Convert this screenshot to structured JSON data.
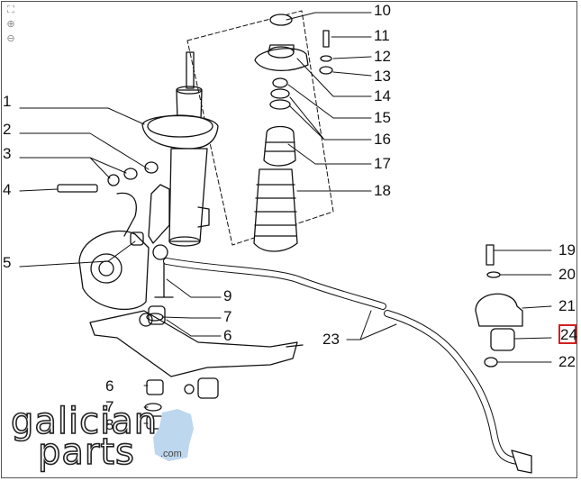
{
  "toolbar": {
    "fit_label": "⛶",
    "zoom_in_label": "⊕",
    "zoom_out_label": "⊖"
  },
  "callouts": [
    "10",
    "11",
    "12",
    "13",
    "14",
    "15",
    "16",
    "17",
    "18",
    "1",
    "2",
    "3",
    "4",
    "5",
    "9",
    "7",
    "6",
    "23",
    "19",
    "20",
    "21",
    "24",
    "22",
    "6",
    "7",
    "8"
  ],
  "highlighted_callout": "24",
  "watermark": {
    "line1": "galician",
    "line2": "parts",
    "domain": ".com"
  },
  "colors": {
    "highlight": "#d32020",
    "ink": "#111111",
    "map_blue": "#bcd7ee"
  }
}
